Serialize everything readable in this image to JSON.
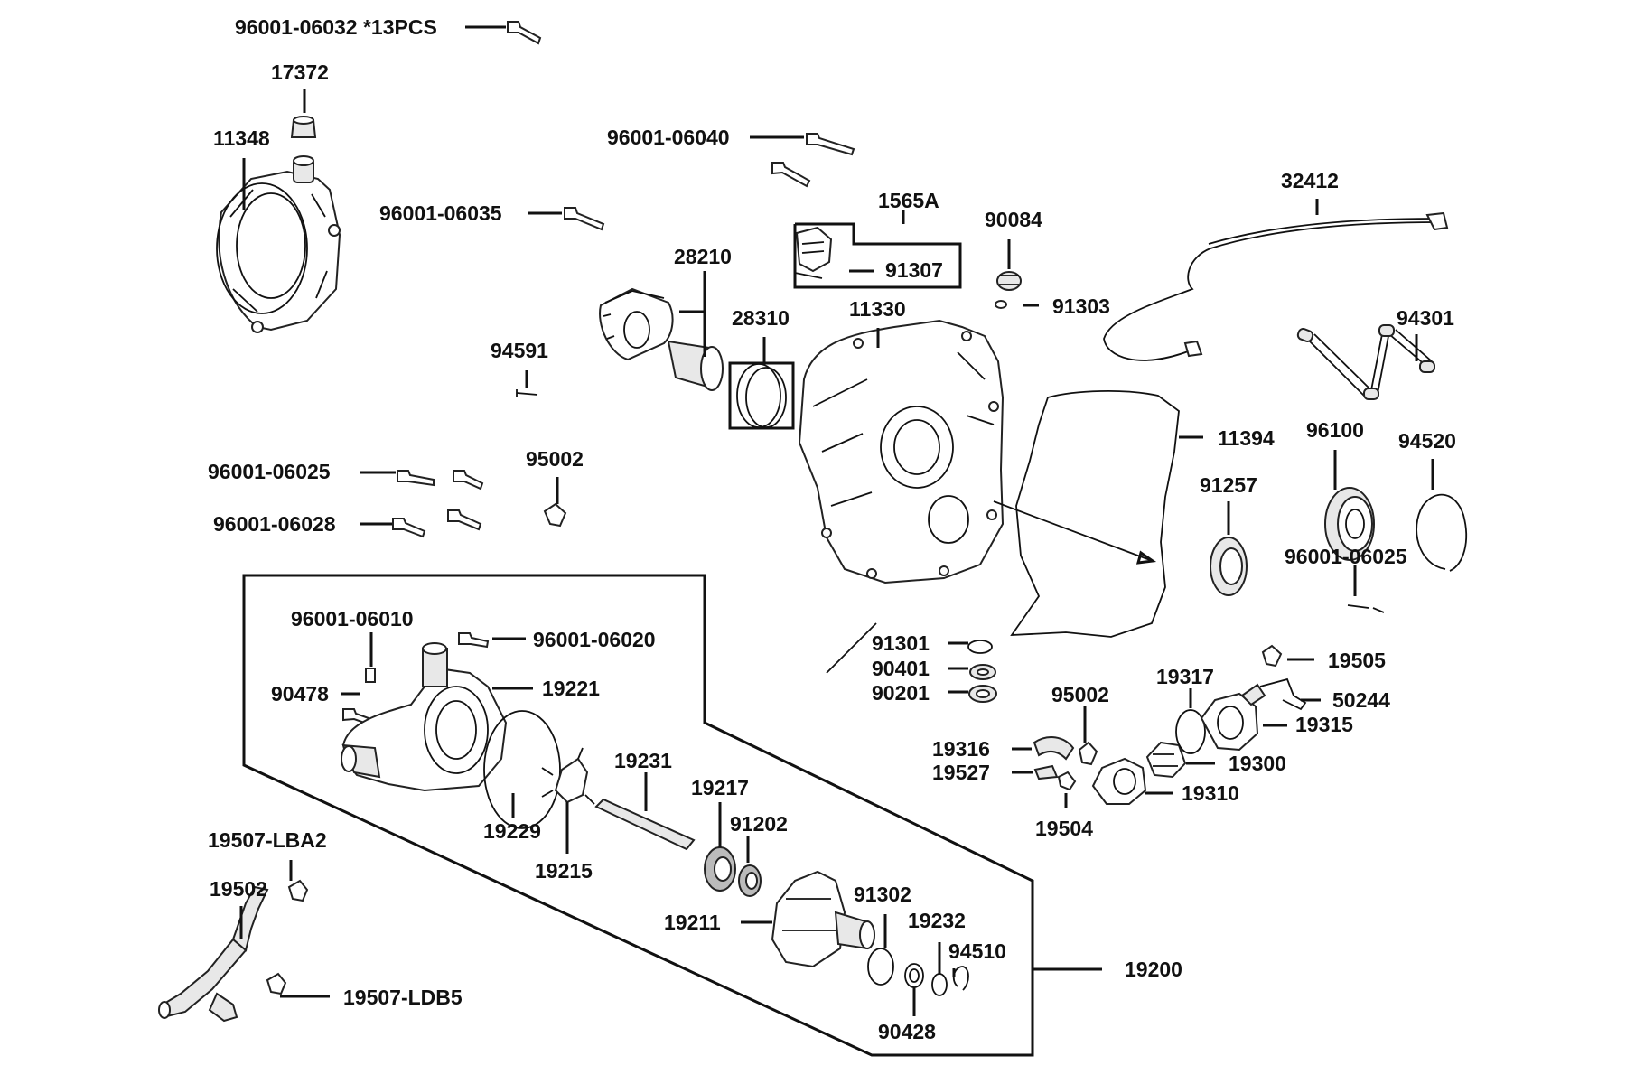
{
  "diagram": {
    "labels": {
      "p96001_06032": "96001-06032 *13PCS",
      "p17372": "17372",
      "p11348": "11348",
      "p96001_06040": "96001-06040",
      "p96001_06035": "96001-06035",
      "p1565A": "1565A",
      "p91307": "91307",
      "p90084": "90084",
      "p32412": "32412",
      "p28210": "28210",
      "p28310": "28310",
      "p11330": "11330",
      "p91303": "91303",
      "p94591": "94591",
      "p94301": "94301",
      "p11394": "11394",
      "p96100": "96100",
      "p94520": "94520",
      "p96001_06025a": "96001-06025",
      "p95002a": "95002",
      "p91257": "91257",
      "p96001_06028": "96001-06028",
      "p96001_06025b": "96001-06025",
      "p96001_06010": "96001-06010",
      "p96001_06020": "96001-06020",
      "p91301": "91301",
      "p90401": "90401",
      "p90201": "90201",
      "p19505": "19505",
      "p50244": "50244",
      "p19221": "19221",
      "p90478": "90478",
      "p19317": "19317",
      "p95002b": "95002",
      "p19315": "19315",
      "p19316": "19316",
      "p19300": "19300",
      "p19527": "19527",
      "p19310": "19310",
      "p19231": "19231",
      "p19217": "19217",
      "p91202": "91202",
      "p19504": "19504",
      "p19229": "19229",
      "p19215": "19215",
      "p19507_LBA2": "19507-LBA2",
      "p19502": "19502",
      "p91302": "91302",
      "p19232": "19232",
      "p19211": "19211",
      "p94510": "94510",
      "p19200": "19200",
      "p19507_LDB5": "19507-LDB5",
      "p90428": "90428"
    }
  }
}
